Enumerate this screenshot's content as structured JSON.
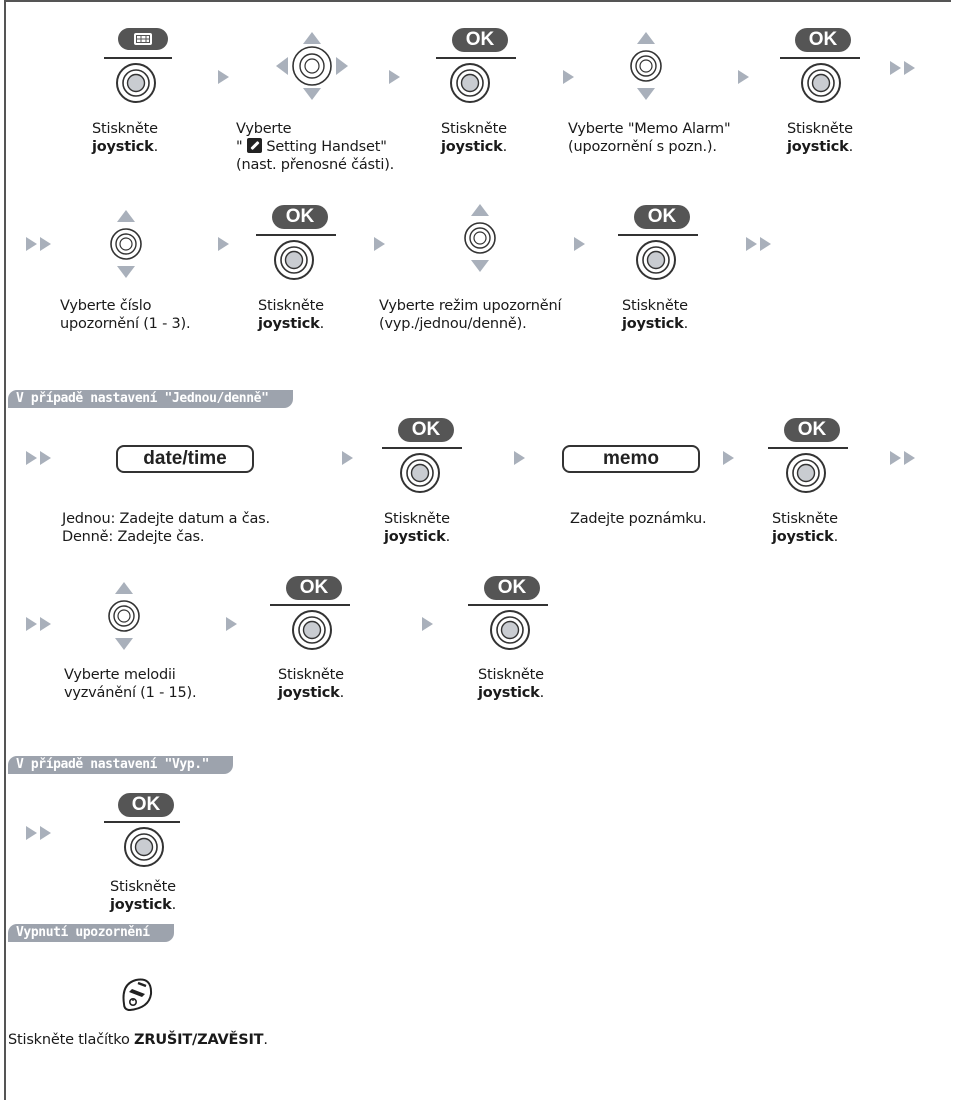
{
  "row1": {
    "step1": {
      "line1": "Stiskněte",
      "line2": "joystick",
      "line2_suffix": "."
    },
    "step2": {
      "line1": "Vyberte",
      "line2_prefix": "\"",
      "line2": "Setting Handset\"",
      "line3": "(nast. přenosné části)."
    },
    "step3": {
      "ok": "OK",
      "line1": "Stiskněte",
      "line2": "joystick",
      "line2_suffix": "."
    },
    "step4": {
      "line1": "Vyberte \"Memo Alarm\"",
      "line2": "(upozornění s pozn.)."
    },
    "step5": {
      "ok": "OK",
      "line1": "Stiskněte",
      "line2": "joystick",
      "line2_suffix": "."
    }
  },
  "row2": {
    "step1": {
      "line1": "Vyberte číslo",
      "line2": "upozornění (1 - 3)."
    },
    "step2": {
      "ok": "OK",
      "line1": "Stiskněte",
      "line2": "joystick",
      "line2_suffix": "."
    },
    "step3": {
      "line1": "Vyberte režim upozornění",
      "line2": "(vyp./jednou/denně)."
    },
    "step4": {
      "ok": "OK",
      "line1": "Stiskněte",
      "line2": "joystick",
      "line2_suffix": "."
    }
  },
  "section_once_daily": {
    "badge": "V případě nastavení \"Jednou/denně\"",
    "datetime_key": "date/time",
    "datetime_line1": "Jednou: Zadejte datum a čas.",
    "datetime_line2": "Denně: Zadejte čas.",
    "ok1": "OK",
    "ok1_line1": "Stiskněte",
    "ok1_line2": "joystick",
    "ok1_suffix": ".",
    "memo_key": "memo",
    "memo_text": "Zadejte poznámku.",
    "ok2": "OK",
    "ok2_line1": "Stiskněte",
    "ok2_line2": "joystick",
    "ok2_suffix": "."
  },
  "row4": {
    "step1": {
      "line1": "Vyberte melodii",
      "line2": "vyzvánění (1 - 15)."
    },
    "step2": {
      "ok": "OK",
      "line1": "Stiskněte",
      "line2": "joystick",
      "line2_suffix": "."
    },
    "step3": {
      "ok": "OK",
      "line1": "Stiskněte",
      "line2": "joystick",
      "line2_suffix": "."
    }
  },
  "section_off": {
    "badge": "V případě nastavení \"Vyp.\"",
    "ok": "OK",
    "line1": "Stiskněte",
    "line2": "joystick",
    "suffix": "."
  },
  "section_disable": {
    "badge": "Vypnutí upozornění",
    "text_prefix": "Stiskněte tlačítko ",
    "key_name": "ZRUŠIT/ZAVĚSIT",
    "suffix": "."
  },
  "icons": {
    "menu": "menu-grid-icon",
    "joystick": "joystick-icon",
    "nav": "four-way-navigation-icon",
    "updown": "up-down-navigation-icon",
    "handset": "handset-setting-icon",
    "hangup": "off-hook-cancel-icon"
  },
  "colors": {
    "arrow": "#a9b0bb",
    "badge": "#9da3ad",
    "okpill": "#555555"
  }
}
